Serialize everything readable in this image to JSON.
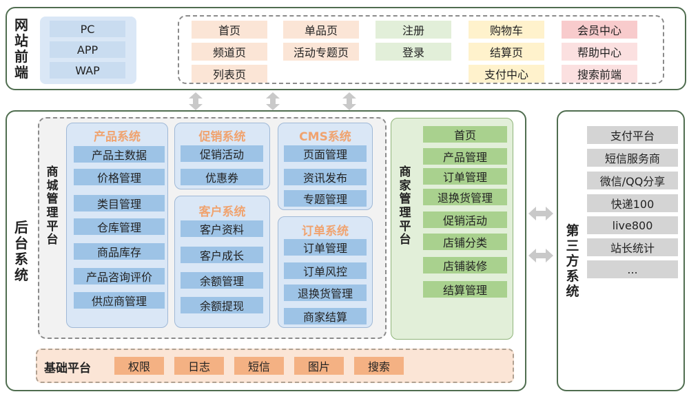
{
  "front": {
    "title": "网站前端",
    "devices": [
      "PC",
      "APP",
      "WAP"
    ],
    "pages": [
      {
        "label": "首页",
        "color": "#fbe5d6"
      },
      {
        "label": "频道页",
        "color": "#fbe5d6"
      },
      {
        "label": "列表页",
        "color": "#fbe5d6"
      },
      {
        "label": "单品页",
        "color": "#fbe5d6"
      },
      {
        "label": "活动专题页",
        "color": "#fbe5d6"
      },
      {
        "label": "注册",
        "color": "#e2efd9"
      },
      {
        "label": "登录",
        "color": "#e2efd9"
      },
      {
        "label": "购物车",
        "color": "#fff2cc"
      },
      {
        "label": "结算页",
        "color": "#fff2cc"
      },
      {
        "label": "支付中心",
        "color": "#fff2cc"
      },
      {
        "label": "会员中心",
        "color": "#f8cbcc"
      },
      {
        "label": "帮助中心",
        "color": "#fbe0e0"
      },
      {
        "label": "搜索前端",
        "color": "#fbe0e0"
      }
    ]
  },
  "backend": {
    "title": "后台系统",
    "mall": {
      "title": "商城管理平台",
      "product": {
        "title": "产品系统",
        "items": [
          "产品主数据",
          "价格管理",
          "类目管理",
          "仓库管理",
          "商品库存",
          "产品咨询评价",
          "供应商管理"
        ]
      },
      "promo": {
        "title": "促销系统",
        "items": [
          "促销活动",
          "优惠券"
        ]
      },
      "customer": {
        "title": "客户系统",
        "items": [
          "客户资料",
          "客户成长",
          "余额管理",
          "余额提现"
        ]
      },
      "cms": {
        "title": "CMS系统",
        "items": [
          "页面管理",
          "资讯发布",
          "专题管理"
        ]
      },
      "order": {
        "title": "订单系统",
        "items": [
          "订单管理",
          "订单风控",
          "退换货管理",
          "商家结算"
        ]
      }
    },
    "merchant": {
      "title": "商家管理平台",
      "items": [
        "首页",
        "产品管理",
        "订单管理",
        "退换货管理",
        "促销活动",
        "店铺分类",
        "店铺装修",
        "结算管理"
      ]
    },
    "base": {
      "title": "基础平台",
      "items": [
        "权限",
        "日志",
        "短信",
        "图片",
        "搜索"
      ]
    }
  },
  "third": {
    "title": "第三方系统",
    "items": [
      "支付平台",
      "短信服务商",
      "微信/QQ分享",
      "快递100",
      "live800",
      "站长统计",
      "..."
    ]
  },
  "colors": {
    "border": "#4f6d4f",
    "blue_item": "#9dc3e6",
    "green_item": "#a9d18e",
    "gray_item": "#d4d4d4",
    "orange_item": "#f4b183",
    "group_title": "#f0a36f",
    "arrow": "#c9c9c9"
  }
}
